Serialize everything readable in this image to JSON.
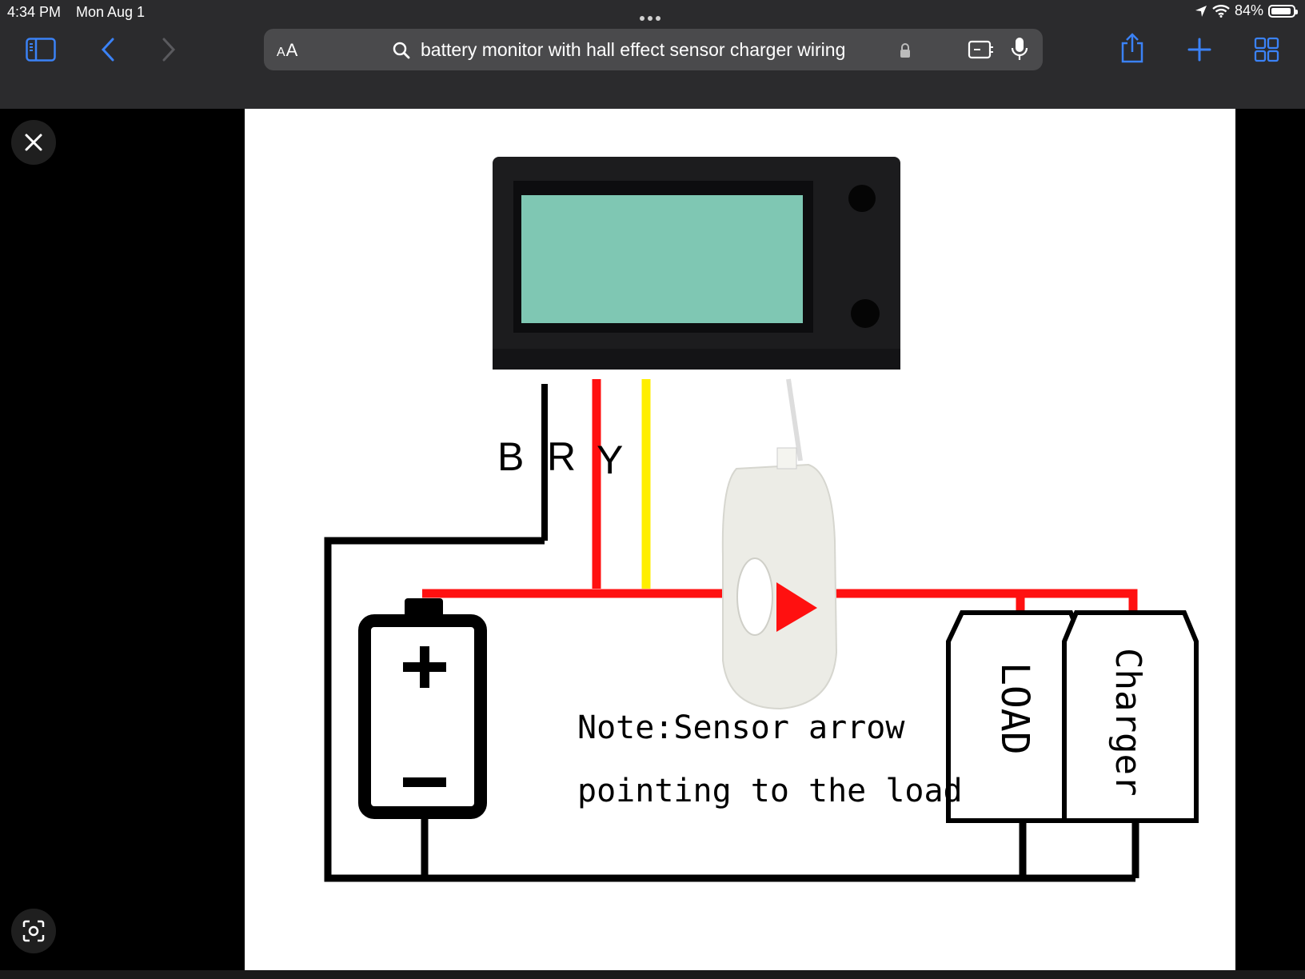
{
  "status": {
    "time": "4:34 PM",
    "date": "Mon Aug 1",
    "battery_percent_label": "84%",
    "battery_level": 0.84,
    "icons": [
      "location-arrow-icon",
      "wifi-icon",
      "battery-icon"
    ]
  },
  "toolbar": {
    "icons": [
      "sidebar-icon",
      "back-icon",
      "forward-icon",
      "share-icon",
      "new-tab-icon",
      "tabs-overview-icon"
    ],
    "accent_color": "#3b82f6"
  },
  "address": {
    "aa_small": "A",
    "aa_large": "A",
    "query": "battery monitor with hall effect sensor charger wiring",
    "icons": [
      "search-icon",
      "lock-icon",
      "reader-icon",
      "mic-icon"
    ]
  },
  "viewer": {
    "icons": [
      "close-icon",
      "visual-lookup-icon"
    ]
  },
  "diagram": {
    "wire_labels": {
      "b": "B",
      "r": "R",
      "y": "Y"
    },
    "note_line1": "Note:Sensor arrow",
    "note_line2": "pointing to the load",
    "load_label": "LOAD",
    "charger_label": "Charger",
    "colors": {
      "positive_wire": "#ff1010",
      "negative_wire": "#000000",
      "signal_wire": "#ffee00",
      "lcd": "#7fc7b3"
    }
  }
}
